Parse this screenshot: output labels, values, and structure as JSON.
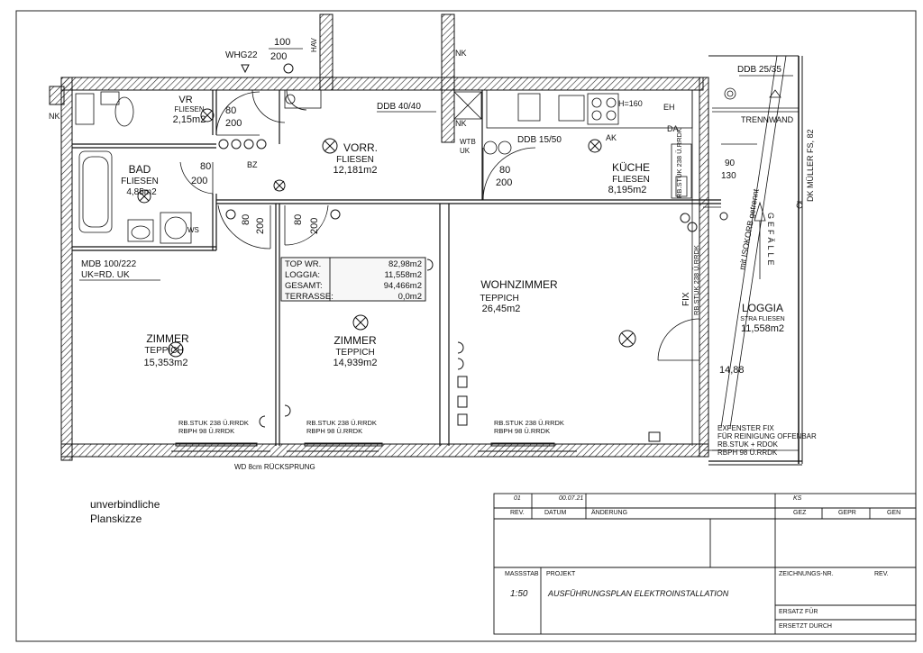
{
  "rooms": {
    "vr": {
      "name": "VR",
      "floor": "FLIESEN",
      "area": "2,15m2"
    },
    "bad": {
      "name": "BAD",
      "floor": "FLIESEN",
      "area": "4,85m2"
    },
    "vorr": {
      "name": "VORR.",
      "floor": "FLIESEN",
      "area": "12,181m2"
    },
    "kueche": {
      "name": "KÜCHE",
      "floor": "FLIESEN",
      "area": "8,195m2"
    },
    "wohnzimmer": {
      "name": "WOHNZIMMER",
      "floor": "TEPPICH",
      "area": "26,45m2"
    },
    "zimmer1": {
      "name": "ZIMMER",
      "floor": "TEPPICH",
      "area": "15,353m2"
    },
    "zimmer2": {
      "name": "ZIMMER",
      "floor": "TEPPICH",
      "area": "14,939m2"
    },
    "loggia": {
      "name": "LOGGIA",
      "floor": "STRA FLIESEN",
      "area": "11,558m2"
    }
  },
  "area_table": [
    {
      "label": "TOP WR.",
      "value": "82,98m2"
    },
    {
      "label": "LOGGIA:",
      "value": "11,558m2"
    },
    {
      "label": "GESAMT:",
      "value": "94,466m2"
    },
    {
      "label": "TERRASSE:",
      "value": "0,0m2"
    }
  ],
  "labels": {
    "whg": "WHG22",
    "dim_100": "100",
    "dim_200": "200",
    "hav": "HAV",
    "nk": "NK",
    "ddb_40": "DDB 40/40",
    "ddb_15": "DDB 15/50",
    "ddb_25": "DDB 25/35",
    "wtb": "WTB",
    "uk": "UK",
    "trennwand": "TRENNWAND",
    "mdb_1": "MDB 100/222",
    "mdb_2": "UK=RD. UK",
    "door_80": "80",
    "door_200": "200",
    "door_90": "90",
    "door_130": "130",
    "rbstuk": "RB.STUK 238 Ü.RRDK",
    "rbph": "RBPH 98 Ü.RRDK",
    "wd": "WD 8cm RÜCKSPRUNG",
    "exfenster_1": "EXFENSTER FIX",
    "exfenster_2": "FÜR REINIGUNG OFFENBAR",
    "exfenster_3": "RB.STUK + RDOK",
    "exfenster_4": "RBPH 98 Ü.RRDK",
    "gefaelle": "GEFÄLLE",
    "isokorb": "mit ISOKORB getrennt",
    "dk_mueller": "DK MÜLLER FS, 82",
    "fix": "FIX",
    "dim_1488": "14,88",
    "ak": "AK",
    "eh": "EH",
    "da": "DA",
    "bz": "BZ",
    "ws": "WS",
    "h160": "H=160"
  },
  "note": {
    "line1": "unverbindliche",
    "line2": "Planskizze"
  },
  "title_block": {
    "rev_no": "01",
    "rev_date": "00.07.21",
    "rev_initials": "KS",
    "rev_header": "REV.",
    "datum_header": "DATUM",
    "aenderung_header": "ÄNDERUNG",
    "gez_header": "GEZ",
    "gepr_header": "GEPR",
    "gen_header": "GEN",
    "massstab_label": "MASSSTAB",
    "massstab_value": "1:50",
    "projekt_label": "PROJEKT",
    "projekt_value": "AUSFÜHRUNGSPLAN ELEKTROINSTALLATION",
    "zeichnungs_label": "ZEICHNUNGS-NR.",
    "rev_label": "REV.",
    "ersatz_fuer": "ERSATZ FÜR",
    "ersetzt_durch": "ERSETZT DURCH"
  }
}
